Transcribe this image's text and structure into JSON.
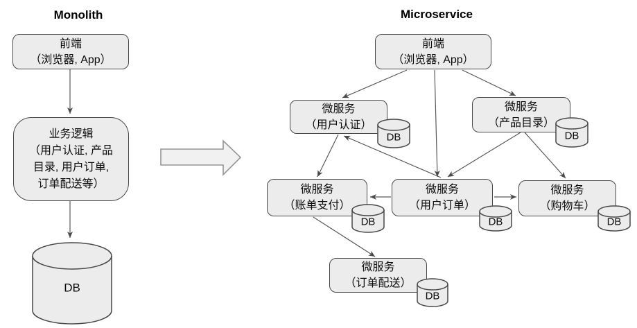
{
  "monolith": {
    "title": "Monolith",
    "frontend": {
      "line1": "前端",
      "line2": "（浏览器, App）"
    },
    "business_logic": {
      "line1": "业务逻辑",
      "line2": "（用户认证, 产品",
      "line3": "目录, 用户订单,",
      "line4": "订单配送等）"
    },
    "db": "DB",
    "edges": [
      {
        "from": "frontend",
        "to": "business_logic"
      },
      {
        "from": "business_logic",
        "to": "db"
      }
    ]
  },
  "microservice": {
    "title": "Microservice",
    "frontend": {
      "line1": "前端",
      "line2": "（浏览器, App）"
    },
    "services": {
      "auth": {
        "line1": "微服务",
        "line2": "（用户认证）",
        "db": "DB"
      },
      "catalog": {
        "line1": "微服务",
        "line2": "（产品目录）",
        "db": "DB"
      },
      "billing": {
        "line1": "微服务",
        "line2": "（账单支付）",
        "db": "DB"
      },
      "order": {
        "line1": "微服务",
        "line2": "（用户订单）",
        "db": "DB"
      },
      "cart": {
        "line1": "微服务",
        "line2": "（购物车）",
        "db": "DB"
      },
      "delivery": {
        "line1": "微服务",
        "line2": "（订单配送）",
        "db": "DB"
      }
    },
    "edges": [
      {
        "from": "frontend",
        "to": "auth"
      },
      {
        "from": "frontend",
        "to": "order"
      },
      {
        "from": "frontend",
        "to": "catalog"
      },
      {
        "from": "order",
        "to": "auth"
      },
      {
        "from": "auth",
        "to": "billing"
      },
      {
        "from": "catalog",
        "to": "order"
      },
      {
        "from": "catalog",
        "to": "cart"
      },
      {
        "from": "order",
        "to": "billing"
      },
      {
        "from": "order",
        "to": "cart"
      },
      {
        "from": "billing",
        "to": "delivery"
      }
    ]
  },
  "colors": {
    "node_fill": "#ececec",
    "node_border": "#474747",
    "edge": "#595959",
    "block_arrow_fill": "#f1f1f1",
    "block_arrow_border": "#959595"
  }
}
